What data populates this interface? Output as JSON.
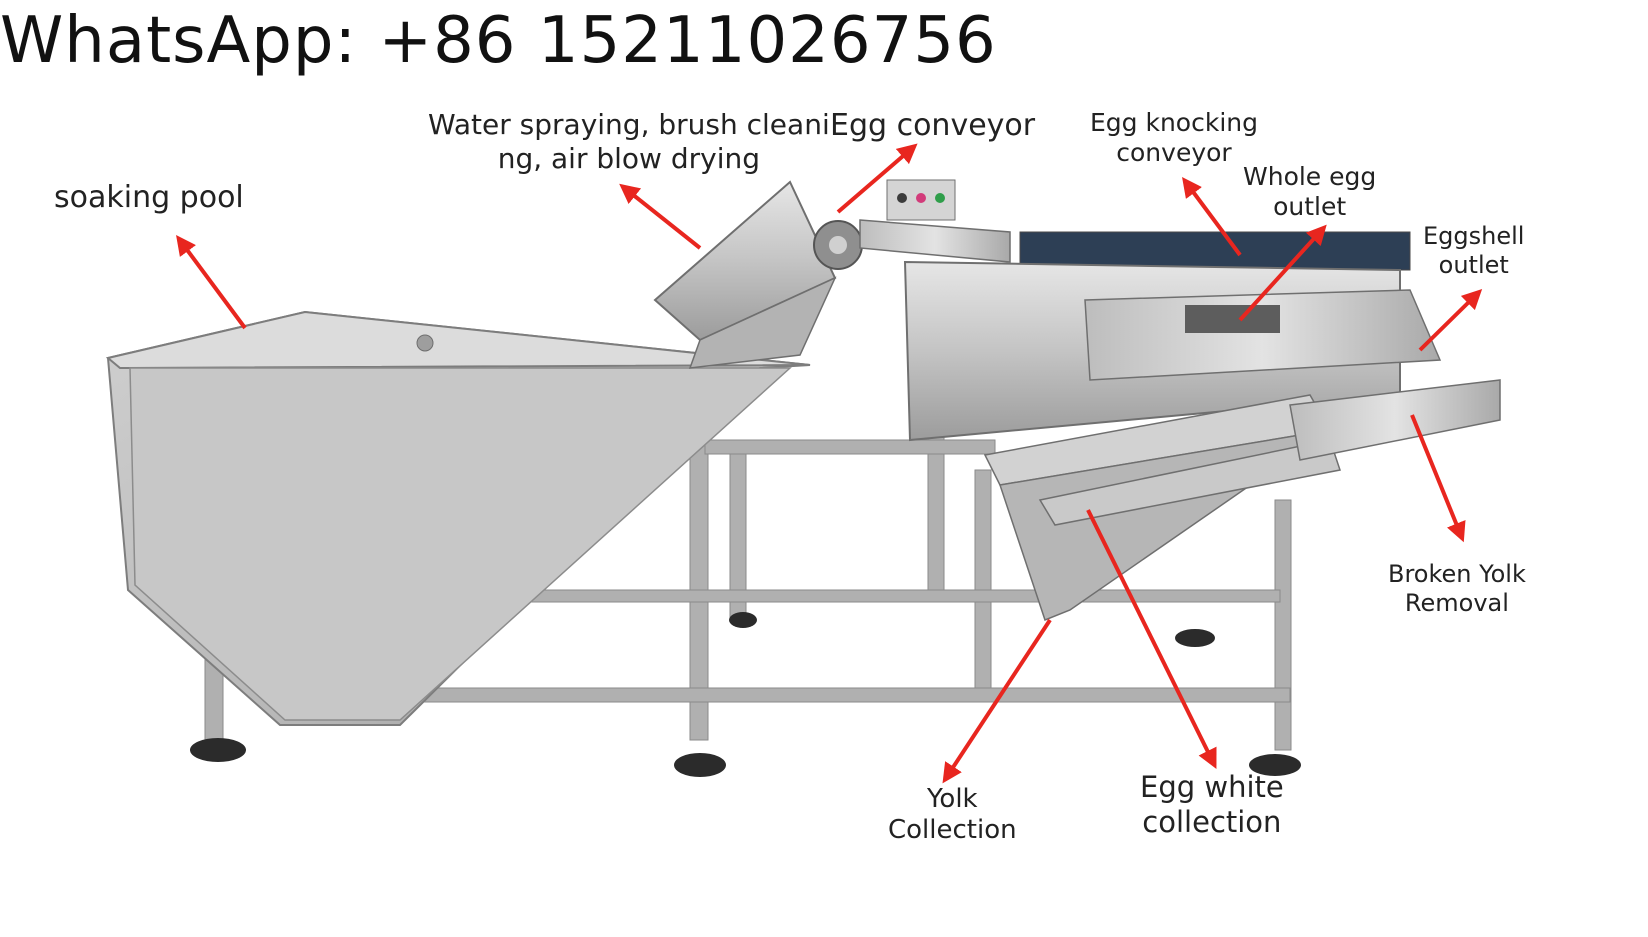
{
  "header": {
    "contact": "WhatsApp: +86 15211026756"
  },
  "labels": {
    "soaking_pool": "soaking pool",
    "water_spraying_line1": "Water spraying, brush cleani",
    "water_spraying_line2": "ng, air blow drying",
    "egg_conveyor": "Egg conveyor",
    "egg_knocking_line1": "Egg knocking",
    "egg_knocking_line2": "conveyor",
    "whole_egg_line1": "Whole egg",
    "whole_egg_line2": "outlet",
    "eggshell_line1": "Eggshell",
    "eggshell_line2": "outlet",
    "broken_yolk_line1": "Broken Yolk",
    "broken_yolk_line2": "Removal",
    "yolk_line1": "Yolk",
    "yolk_line2": "Collection",
    "egg_white_line1": "Egg white",
    "egg_white_line2": "collection"
  },
  "colors": {
    "arrow": "#e8261f",
    "steel_light": "#d9d9d9",
    "steel_mid": "#b5b5b5",
    "steel_dark": "#8a8a8a"
  }
}
